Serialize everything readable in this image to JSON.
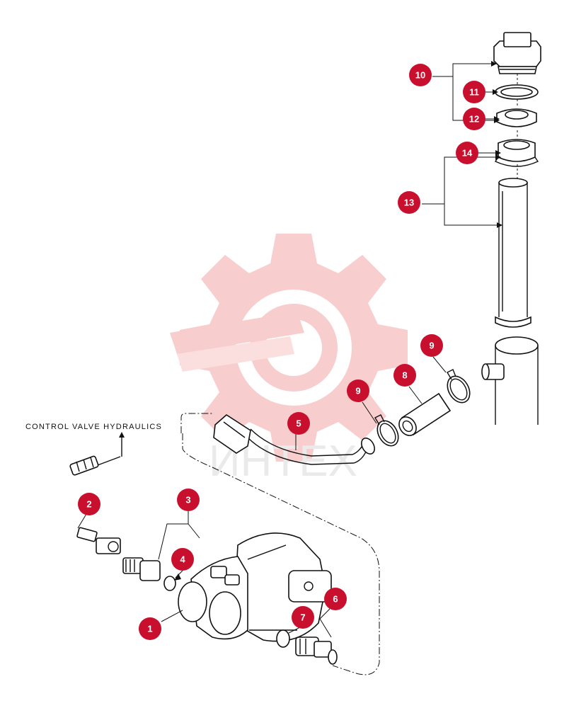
{
  "annotation": {
    "text": "CONTROL VALVE HYDRAULICS"
  },
  "watermark": {
    "text": "ИНТЕХ",
    "color": "#f08a8a"
  },
  "callout_color": "#c8102e",
  "callouts": [
    {
      "id": "c1",
      "label": "1"
    },
    {
      "id": "c2",
      "label": "2"
    },
    {
      "id": "c3",
      "label": "3"
    },
    {
      "id": "c4",
      "label": "4"
    },
    {
      "id": "c5",
      "label": "5"
    },
    {
      "id": "c6",
      "label": "6"
    },
    {
      "id": "c7",
      "label": "7"
    },
    {
      "id": "c8",
      "label": "8"
    },
    {
      "id": "c9a",
      "label": "9"
    },
    {
      "id": "c9b",
      "label": "9"
    },
    {
      "id": "c10",
      "label": "10"
    },
    {
      "id": "c11",
      "label": "11"
    },
    {
      "id": "c12",
      "label": "12"
    },
    {
      "id": "c13",
      "label": "13"
    },
    {
      "id": "c14",
      "label": "14"
    }
  ]
}
